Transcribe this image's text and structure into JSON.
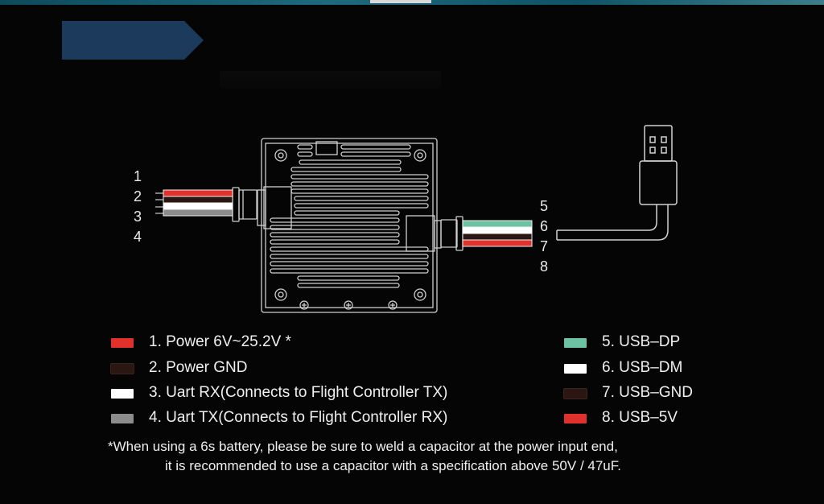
{
  "colors": {
    "background": "#050505",
    "accent_banner": "#1c3b5c",
    "red": "#e0312c",
    "dark_brown": "#2a1612",
    "white": "#ffffff",
    "gray": "#8c8c8c",
    "teal": "#6cc2a2"
  },
  "connector_left": {
    "pins": [
      "1",
      "2",
      "3",
      "4"
    ]
  },
  "connector_right": {
    "pins": [
      "5",
      "6",
      "7",
      "8"
    ]
  },
  "legend_left": [
    {
      "label": "1. Power 6V~25.2V *",
      "color": "#e0312c"
    },
    {
      "label": "2. Power GND",
      "color": "#2a1612"
    },
    {
      "label": "3. Uart RX(Connects to Flight Controller TX)",
      "color": "#ffffff"
    },
    {
      "label": "4. Uart TX(Connects to Flight Controller RX)",
      "color": "#8c8c8c"
    }
  ],
  "legend_right": [
    {
      "label": "5. USB–DP",
      "color": "#6cc2a2"
    },
    {
      "label": "6. USB–DM",
      "color": "#ffffff"
    },
    {
      "label": "7. USB–GND",
      "color": "#2a1612"
    },
    {
      "label": "8. USB–5V",
      "color": "#e0312c"
    }
  ],
  "footnote": {
    "line1": "*When using a 6s battery, please be sure to weld a capacitor at the power input end,",
    "line2": "it is recommended to use a capacitor with a specification above 50V / 47uF."
  }
}
